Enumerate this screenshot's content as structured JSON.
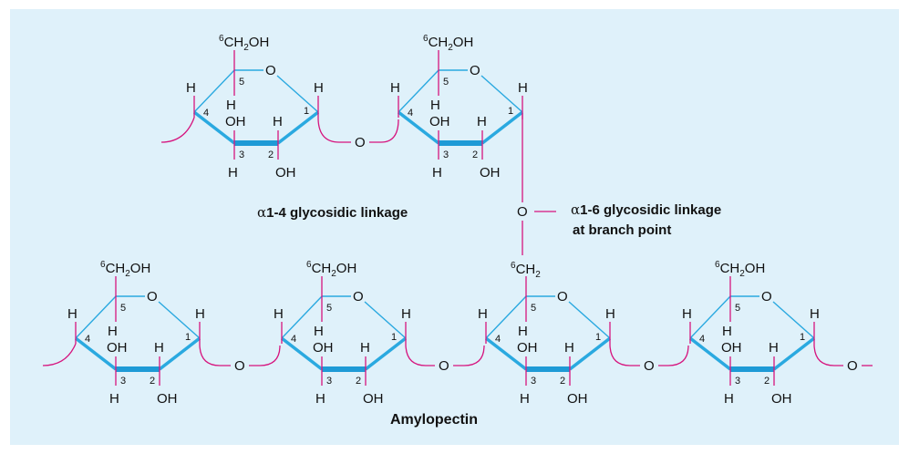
{
  "colors": {
    "background": "#dff1fa",
    "ring": "#2aa9e0",
    "ring_bold": "#1e9ad6",
    "bond": "#d6147e",
    "text": "#111111"
  },
  "labels": {
    "ch2oh_sup": "6",
    "ch2oh_base": "CH",
    "ch2oh_sub": "2",
    "ch2oh_tail": "OH",
    "branch_ch2_base": "CH",
    "branch_ch2_sub": "2",
    "ring_o": "O",
    "h": "H",
    "oh": "OH",
    "link_o": "O",
    "c1": "1",
    "c2": "2",
    "c3": "3",
    "c4": "4",
    "c5": "5"
  },
  "captions": {
    "alpha14_symbol": "α",
    "alpha14_text": "1-4 glycosidic linkage",
    "alpha16_symbol": "α",
    "alpha16_text": "1-6 glycosidic linkage",
    "alpha16_line2": "at branch point",
    "title": "Amylopectin"
  }
}
